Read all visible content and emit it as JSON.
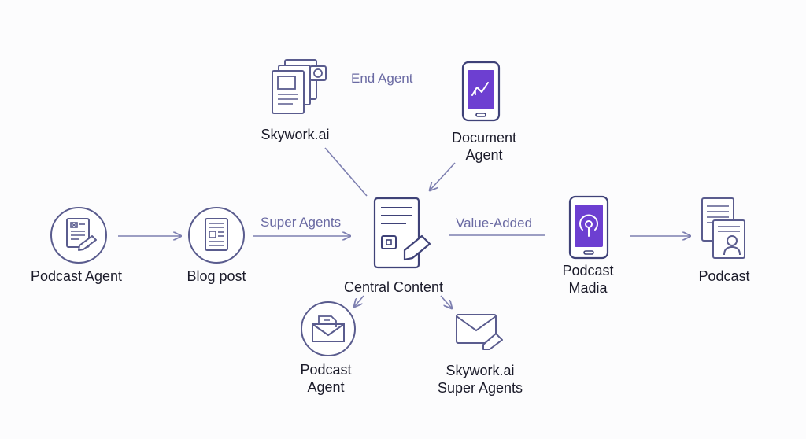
{
  "nodes": {
    "podcast_agent_left": "Podcast Agent",
    "blog_post": "Blog post",
    "central_content": "Central Content",
    "skywork": "Skywork.ai",
    "document_agent_line1": "Document",
    "document_agent_line2": "Agent",
    "podcast_madia_line1": "Podcast",
    "podcast_madia_line2": "Madia",
    "podcast_right": "Podcast",
    "podcast_agent_bottom_line1": "Podcast",
    "podcast_agent_bottom_line2": "Agent",
    "skywork_super_line1": "Skywork.ai",
    "skywork_super_line2": "Super Agents"
  },
  "edges": {
    "end_agent": "End Agent",
    "super_agents": "Super Agents",
    "value_added": "Value-Added"
  },
  "colors": {
    "line": "#7d7fb0",
    "icon_stroke": "#5a5c8e",
    "accent": "#6d3fd1"
  }
}
